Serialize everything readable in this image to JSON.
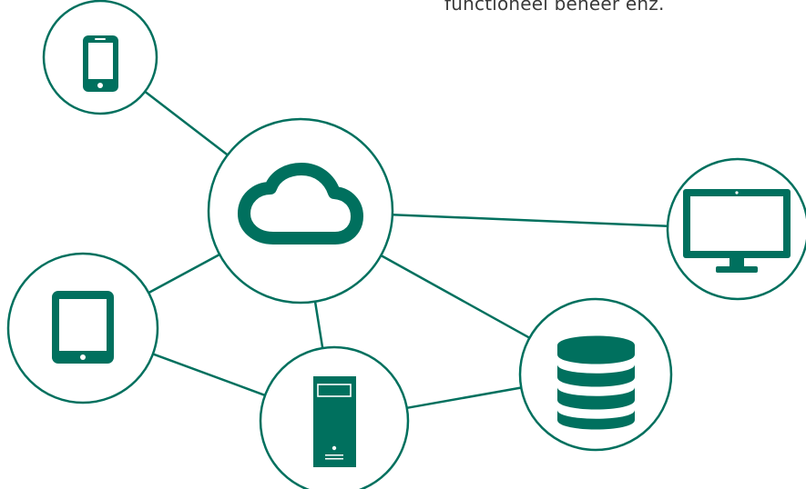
{
  "caption": "functioneel beheer enz.",
  "colors": {
    "accent": "#00705e",
    "stroke": "#00705e",
    "background": "#ffffff",
    "text": "#3a3a3a"
  },
  "nodes": [
    {
      "id": "phone",
      "icon": "smartphone-icon"
    },
    {
      "id": "cloud",
      "icon": "cloud-icon"
    },
    {
      "id": "monitor",
      "icon": "desktop-monitor-icon"
    },
    {
      "id": "tablet",
      "icon": "tablet-icon"
    },
    {
      "id": "server",
      "icon": "server-tower-icon"
    },
    {
      "id": "database",
      "icon": "database-icon"
    }
  ],
  "connections": [
    [
      "phone",
      "cloud"
    ],
    [
      "cloud",
      "monitor"
    ],
    [
      "cloud",
      "tablet"
    ],
    [
      "cloud",
      "server"
    ],
    [
      "cloud",
      "database"
    ],
    [
      "tablet",
      "server"
    ],
    [
      "server",
      "database"
    ]
  ]
}
